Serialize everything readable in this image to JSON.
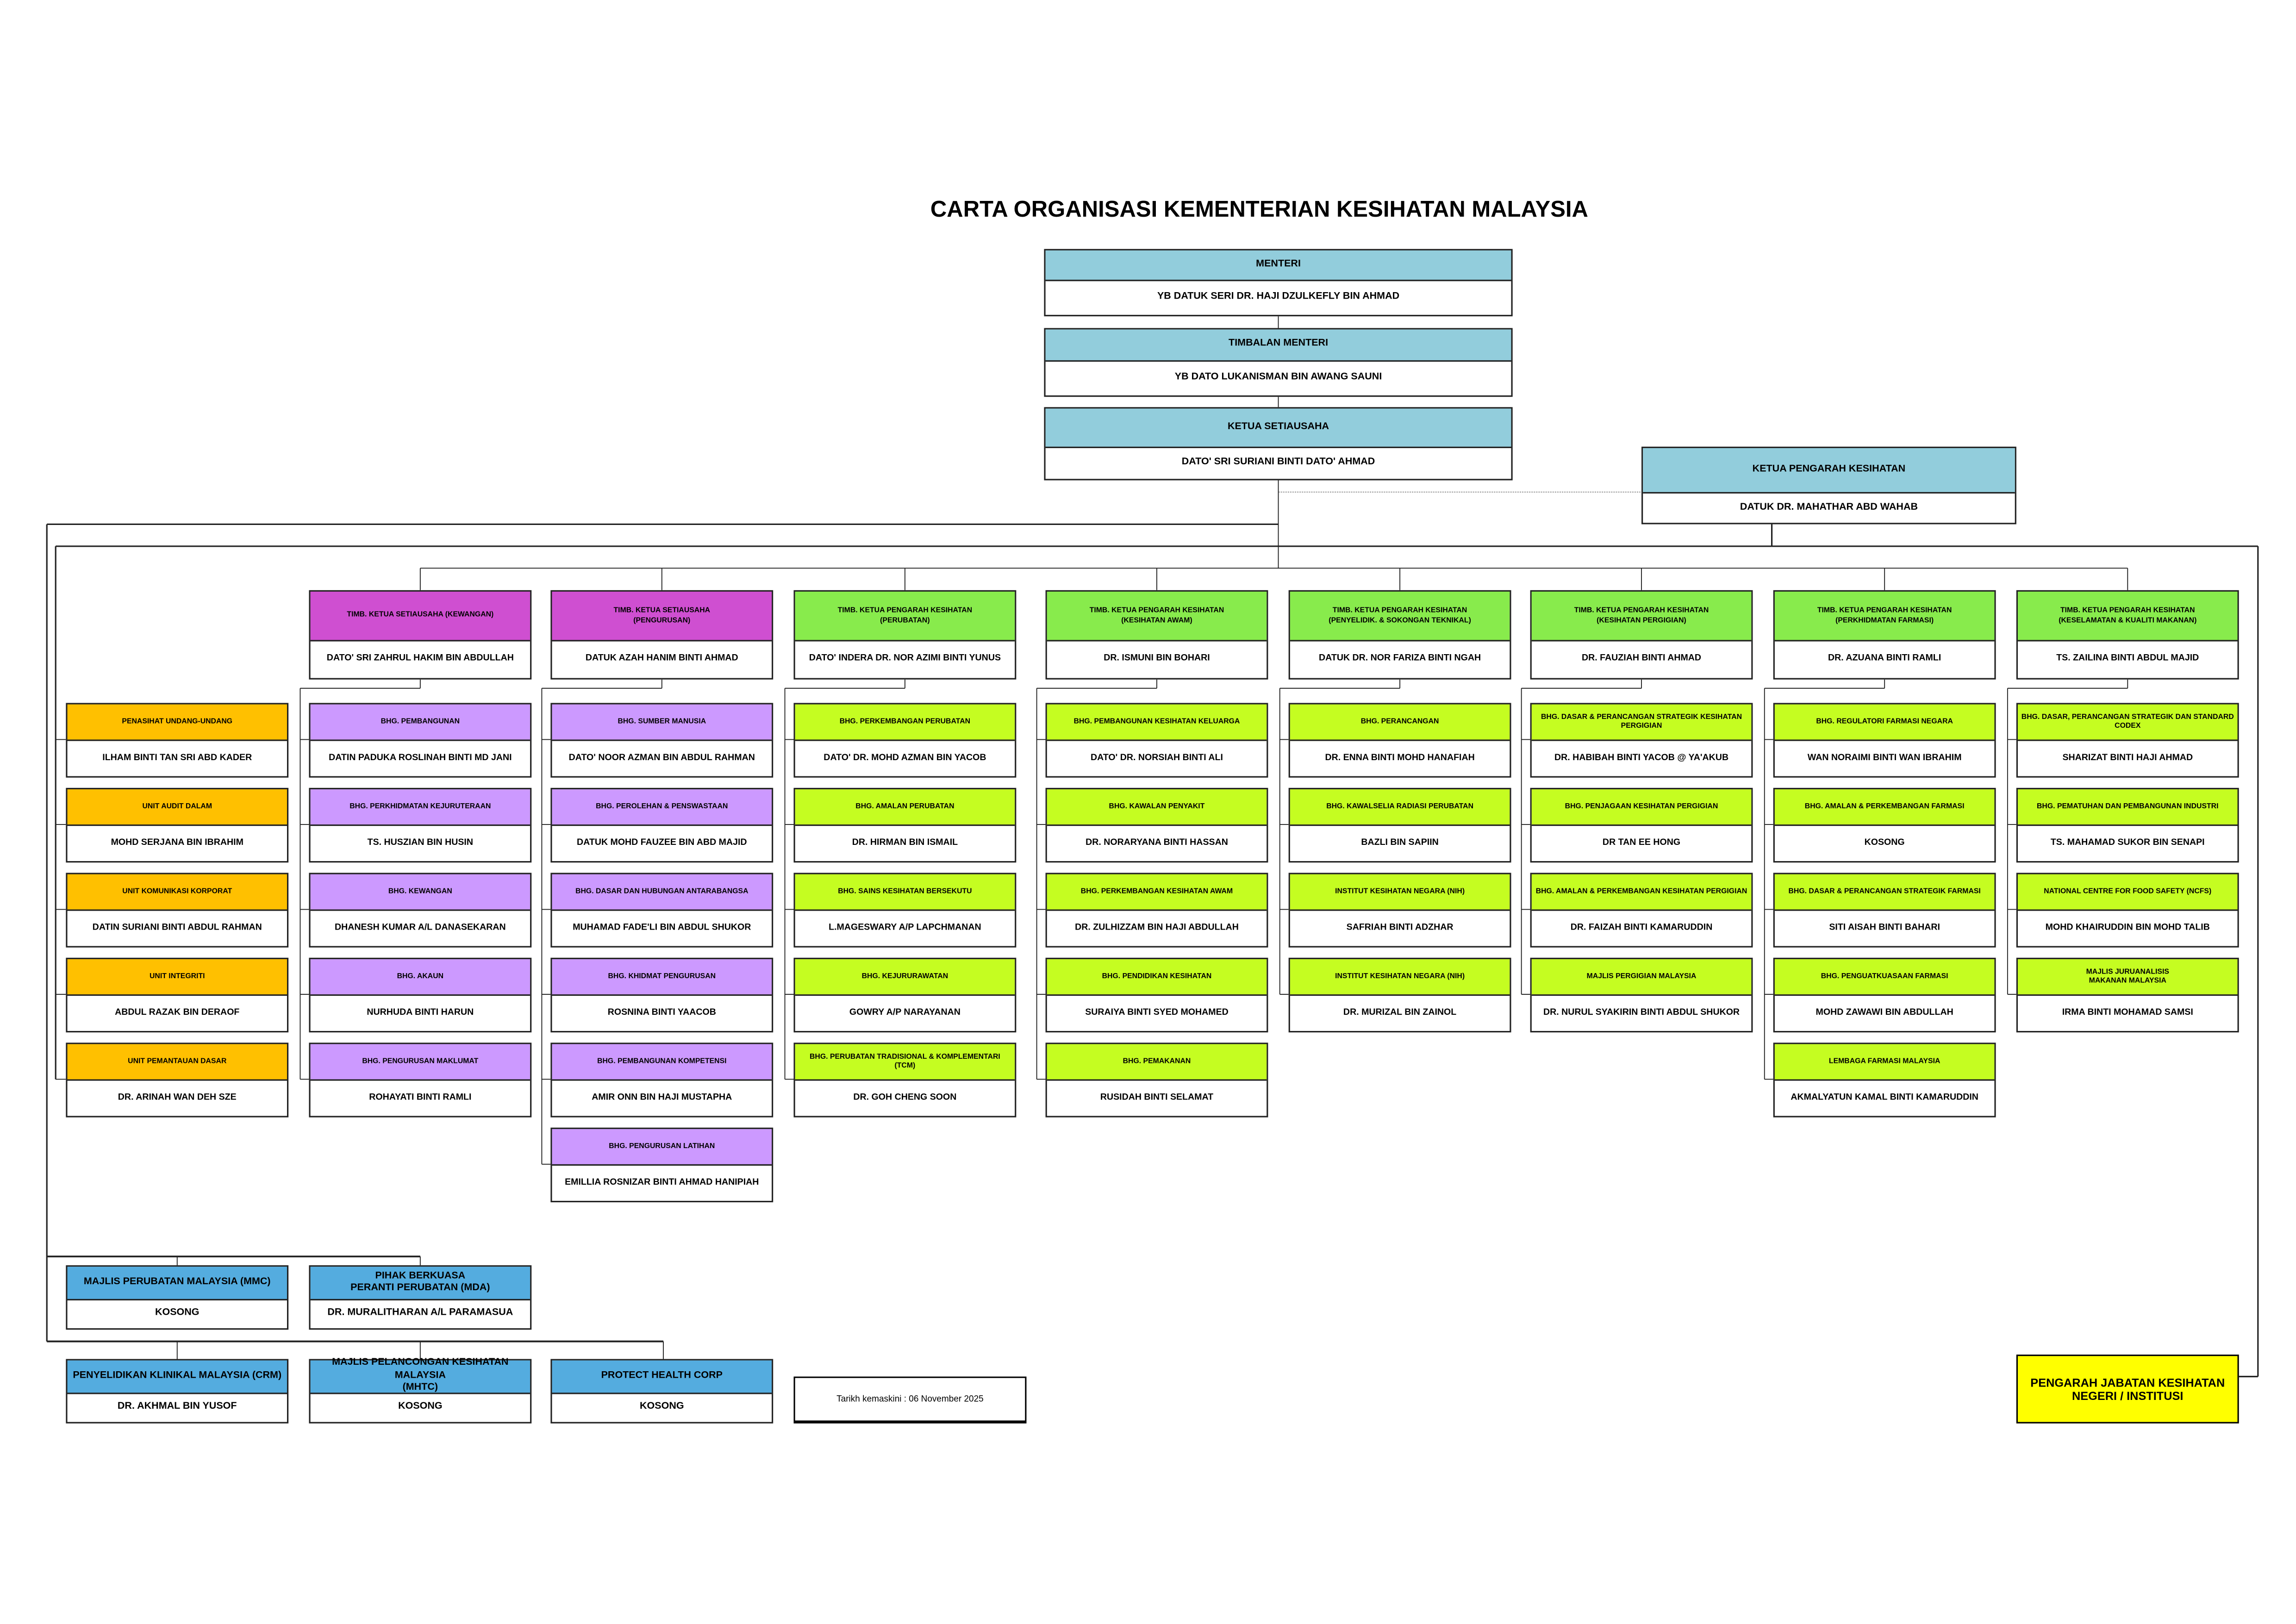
{
  "title": "CARTA ORGANISASI KEMENTERIAN KESIHATAN MALAYSIA",
  "colors": {
    "leader": "#92cddc",
    "ks_deputy": "#cf4fd1",
    "ks_unit": "#cc99ff",
    "advisor_unit": "#ffc000",
    "kp_deputy": "#88eb4c",
    "kp_unit": "#c5fd21",
    "agency": "#54acdf",
    "state": "#ffff00"
  },
  "leaders": [
    {
      "title": "MENTERI",
      "name": "YB DATUK SERI DR. HAJI DZULKEFLY BIN AHMAD"
    },
    {
      "title": "TIMBALAN MENTERI",
      "name": "YB DATO LUKANISMAN BIN AWANG SAUNI"
    },
    {
      "title": "KETUA SETIAUSAHA",
      "name": "DATO' SRI SURIANI BINTI DATO' AHMAD"
    }
  ],
  "kpk": {
    "title": "KETUA PENGARAH KESIHATAN",
    "name": "DATUK DR. MAHATHAR ABD WAHAB"
  },
  "columns": [
    {
      "head": null,
      "items": [
        {
          "title": "PENASIHAT UNDANG-UNDANG",
          "name": "ILHAM BINTI TAN SRI ABD KADER"
        },
        {
          "title": "UNIT AUDIT DALAM",
          "name": "MOHD SERJANA BIN IBRAHIM"
        },
        {
          "title": "UNIT KOMUNIKASI KORPORAT",
          "name": "DATIN SURIANI BINTI ABDUL RAHMAN"
        },
        {
          "title": "UNIT INTEGRITI",
          "name": "ABDUL RAZAK BIN DERAOF"
        },
        {
          "title": "UNIT PEMANTAUAN DASAR",
          "name": "DR. ARINAH WAN DEH SZE"
        }
      ]
    },
    {
      "head": {
        "title": "TIMB. KETUA  SETIAUSAHA (KEWANGAN)",
        "name": "DATO' SRI ZAHRUL HAKIM BIN ABDULLAH"
      },
      "items": [
        {
          "title": "BHG. PEMBANGUNAN",
          "name": "DATIN PADUKA ROSLINAH BINTI MD JANI"
        },
        {
          "title": "BHG. PERKHIDMATAN KEJURUTERAAN",
          "name": "TS. HUSZIAN BIN HUSIN"
        },
        {
          "title": "BHG. KEWANGAN",
          "name": "DHANESH KUMAR A/L DANASEKARAN"
        },
        {
          "title": "BHG. AKAUN",
          "name": "NURHUDA BINTI HARUN"
        },
        {
          "title": "BHG. PENGURUSAN MAKLUMAT",
          "name": "ROHAYATI BINTI RAMLI"
        }
      ]
    },
    {
      "head": {
        "title": "TIMB. KETUA SETIAUSAHA\n(PENGURUSAN)",
        "name": "DATUK AZAH HANIM BINTI AHMAD"
      },
      "items": [
        {
          "title": "BHG. SUMBER MANUSIA",
          "name": "DATO' NOOR AZMAN BIN ABDUL RAHMAN"
        },
        {
          "title": "BHG. PEROLEHAN & PENSWASTAAN",
          "name": "DATUK MOHD FAUZEE BIN ABD MAJID"
        },
        {
          "title": "BHG. DASAR DAN HUBUNGAN ANTARABANGSA",
          "name": "MUHAMAD FADE'LI BIN ABDUL SHUKOR"
        },
        {
          "title": "BHG. KHIDMAT PENGURUSAN",
          "name": "ROSNINA BINTI YAACOB"
        },
        {
          "title": "BHG. PEMBANGUNAN KOMPETENSI",
          "name": "AMIR ONN BIN HAJI MUSTAPHA"
        },
        {
          "title": "BHG. PENGURUSAN LATIHAN",
          "name": "EMILLIA ROSNIZAR BINTI AHMAD HANIPIAH"
        }
      ]
    },
    {
      "head": {
        "title": "TIMB. KETUA PENGARAH KESIHATAN\n(PERUBATAN)",
        "name": "DATO' INDERA DR. NOR AZIMI BINTI YUNUS"
      },
      "items": [
        {
          "title": "BHG. PERKEMBANGAN PERUBATAN",
          "name": "DATO' DR. MOHD AZMAN BIN YACOB"
        },
        {
          "title": "BHG. AMALAN PERUBATAN",
          "name": "DR. HIRMAN BIN ISMAIL"
        },
        {
          "title": "BHG. SAINS KESIHATAN BERSEKUTU",
          "name": "L.MAGESWARY A/P LAPCHMANAN"
        },
        {
          "title": "BHG. KEJURURAWATAN",
          "name": "GOWRY A/P NARAYANAN"
        },
        {
          "title": "BHG. PERUBATAN TRADISIONAL & KOMPLEMENTARI\n(TCM)",
          "name": "DR. GOH CHENG SOON"
        }
      ]
    },
    {
      "head": {
        "title": "TIMB. KETUA PENGARAH KESIHATAN\n(KESIHATAN AWAM)",
        "name": "DR. ISMUNI BIN BOHARI"
      },
      "items": [
        {
          "title": "BHG. PEMBANGUNAN KESIHATAN KELUARGA",
          "name": "DATO' DR. NORSIAH BINTI ALI"
        },
        {
          "title": "BHG. KAWALAN PENYAKIT",
          "name": "DR. NORARYANA BINTI HASSAN"
        },
        {
          "title": "BHG. PERKEMBANGAN KESIHATAN AWAM",
          "name": "DR. ZULHIZZAM BIN HAJI ABDULLAH"
        },
        {
          "title": "BHG. PENDIDIKAN KESIHATAN",
          "name": "SURAIYA BINTI SYED MOHAMED"
        },
        {
          "title": "BHG. PEMAKANAN",
          "name": "RUSIDAH BINTI SELAMAT"
        }
      ]
    },
    {
      "head": {
        "title": "TIMB. KETUA PENGARAH KESIHATAN\n(PENYELIDIK. & SOKONGAN TEKNIKAL)",
        "name": "DATUK DR. NOR FARIZA BINTI NGAH"
      },
      "items": [
        {
          "title": "BHG. PERANCANGAN",
          "name": "DR. ENNA BINTI MOHD HANAFIAH"
        },
        {
          "title": "BHG. KAWALSELIA RADIASI PERUBATAN",
          "name": "BAZLI BIN SAPIIN"
        },
        {
          "title": "INSTITUT KESIHATAN NEGARA (NIH)",
          "name": "SAFRIAH BINTI ADZHAR"
        },
        {
          "title": "INSTITUT KESIHATAN NEGARA (NIH)",
          "name": "DR. MURIZAL BIN ZAINOL"
        }
      ]
    },
    {
      "head": {
        "title": "TIMB. KETUA PENGARAH KESIHATAN\n(KESIHATAN PERGIGIAN)",
        "name": "DR. FAUZIAH BINTI AHMAD"
      },
      "items": [
        {
          "title": "BHG. DASAR & PERANCANGAN STRATEGIK KESIHATAN PERGIGIAN",
          "name": "DR. HABIBAH BINTI YACOB @ YA'AKUB"
        },
        {
          "title": "BHG. PENJAGAAN KESIHATAN PERGIGIAN",
          "name": "DR TAN EE HONG"
        },
        {
          "title": "BHG. AMALAN & PERKEMBANGAN KESIHATAN PERGIGIAN",
          "name": "DR. FAIZAH BINTI KAMARUDDIN"
        },
        {
          "title": "MAJLIS PERGIGIAN MALAYSIA",
          "name": "DR. NURUL SYAKIRIN BINTI ABDUL SHUKOR"
        }
      ]
    },
    {
      "head": {
        "title": "TIMB. KETUA PENGARAH KESIHATAN\n(PERKHIDMATAN FARMASI)",
        "name": "DR. AZUANA BINTI RAMLI"
      },
      "items": [
        {
          "title": "BHG. REGULATORI FARMASI NEGARA",
          "name": "WAN NORAIMI BINTI WAN IBRAHIM"
        },
        {
          "title": "BHG. AMALAN & PERKEMBANGAN FARMASI",
          "name": "KOSONG"
        },
        {
          "title": "BHG. DASAR & PERANCANGAN STRATEGIK FARMASI",
          "name": "SITI AISAH BINTI BAHARI"
        },
        {
          "title": "BHG. PENGUATKUASAAN FARMASI",
          "name": "MOHD ZAWAWI BIN ABDULLAH"
        },
        {
          "title": "LEMBAGA FARMASI MALAYSIA",
          "name": "AKMALYATUN KAMAL BINTI KAMARUDDIN"
        }
      ]
    },
    {
      "head": {
        "title": "TIMB. KETUA PENGARAH KESIHATAN\n(KESELAMATAN & KUALITI MAKANAN)",
        "name": "TS. ZAILINA BINTI ABDUL MAJID"
      },
      "items": [
        {
          "title": "BHG. DASAR, PERANCANGAN STRATEGIK DAN STANDARD CODEX",
          "name": "SHARIZAT BINTI HAJI AHMAD"
        },
        {
          "title": "BHG. PEMATUHAN DAN PEMBANGUNAN INDUSTRI",
          "name": "TS. MAHAMAD SUKOR BIN SENAPI"
        },
        {
          "title": "NATIONAL CENTRE FOR FOOD SAFETY (NCFS)",
          "name": "MOHD KHAIRUDDIN BIN MOHD TALIB"
        },
        {
          "title": "MAJLIS JURUANALISIS\nMAKANAN MALAYSIA",
          "name": "IRMA BINTI MOHAMAD SAMSI"
        }
      ]
    }
  ],
  "agencies_row1": [
    {
      "title": "MAJLIS PERUBATAN MALAYSIA (MMC)",
      "name": "KOSONG"
    },
    {
      "title": "PIHAK BERKUASA\nPERANTI PERUBATAN (MDA)",
      "name": "DR. MURALITHARAN A/L PARAMASUA"
    }
  ],
  "agencies_row2": [
    {
      "title": "PENYELIDIKAN KLINIKAL MALAYSIA (CRM)",
      "name": "DR. AKHMAL BIN YUSOF"
    },
    {
      "title": "MAJLIS PELANCONGAN KESIHATAN MALAYSIA\n(MHTC)",
      "name": "KOSONG"
    },
    {
      "title": "PROTECT HEALTH  CORP",
      "name": "KOSONG"
    }
  ],
  "updated": "Tarikh kemaskini : 06 November 2025",
  "state_box": "PENGARAH JABATAN KESIHATAN\nNEGERI / INSTITUSI"
}
